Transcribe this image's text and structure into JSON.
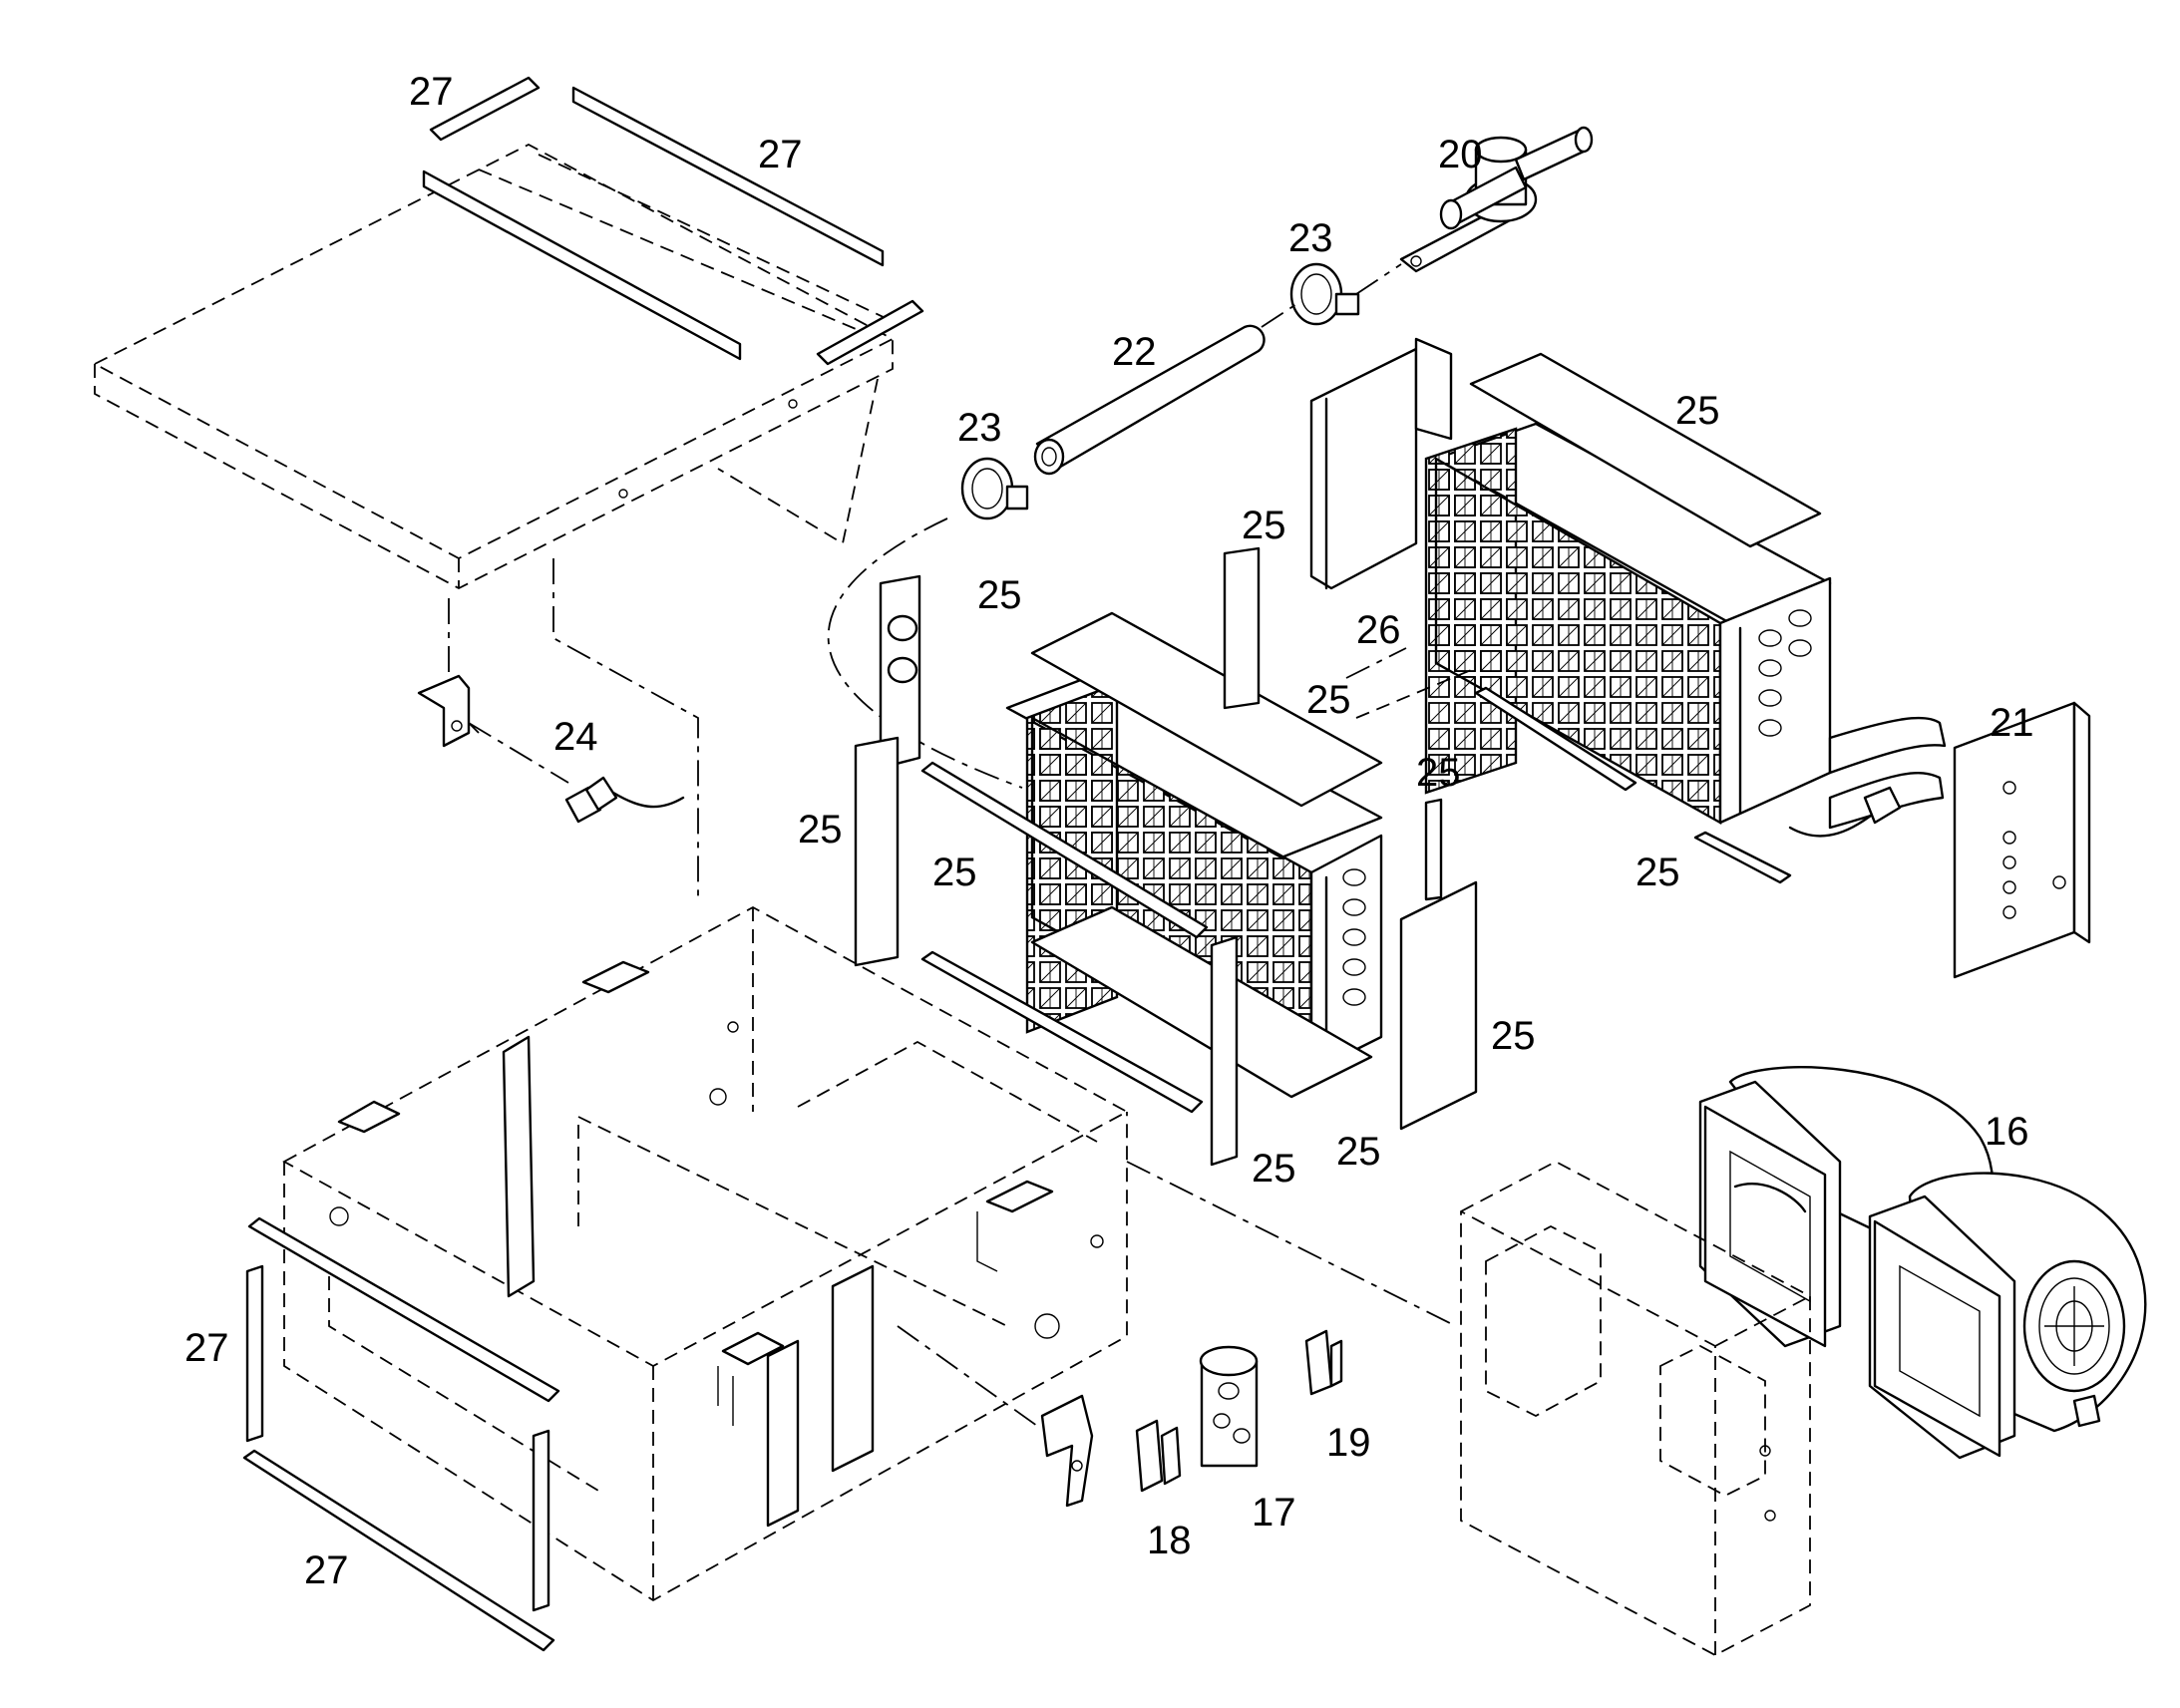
{
  "callouts": {
    "c16": "16",
    "c17": "17",
    "c18": "18",
    "c19": "19",
    "c20": "20",
    "c21": "21",
    "c22": "22",
    "c23a": "23",
    "c23b": "23",
    "c24": "24",
    "c25a": "25",
    "c25b": "25",
    "c25c": "25",
    "c25d": "25",
    "c25e": "25",
    "c25f": "25",
    "c25g": "25",
    "c25h": "25",
    "c25i": "25",
    "c25j": "25",
    "c25k": "25",
    "c26": "26",
    "c27a": "27",
    "c27b": "27",
    "c27c": "27",
    "c27d": "27"
  },
  "colors": {
    "line": "#000000",
    "background": "#ffffff"
  }
}
